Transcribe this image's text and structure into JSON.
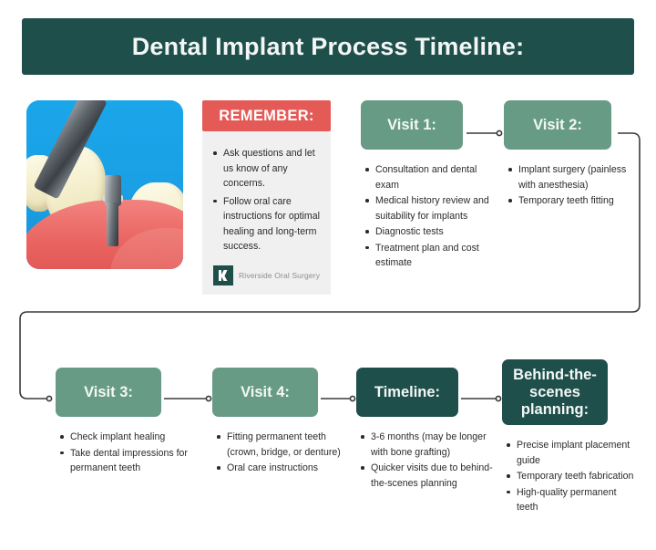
{
  "header": {
    "title": "Dental Implant Process Timeline:"
  },
  "colors": {
    "dark_teal": "#1f4f4b",
    "green": "#689b85",
    "red": "#e45a56",
    "panel_gray": "#f0f0f0",
    "background": "#ffffff",
    "text": "#2b2b2b",
    "connector": "#3a3a3a"
  },
  "photo": {
    "alt": "dental-implant-placement-photo"
  },
  "remember": {
    "heading": "REMEMBER:",
    "items": [
      "Ask questions and let us know of any concerns.",
      "Follow oral care instructions for optimal healing and long-term success."
    ],
    "logo": {
      "mark": "riverside-r-mark",
      "text": "Riverside Oral Surgery"
    }
  },
  "nodes": [
    {
      "id": "visit1",
      "title": "Visit 1:",
      "style": "green",
      "items": [
        "Consultation and dental exam",
        "Medical history review and suitability for implants",
        "Diagnostic tests",
        "Treatment plan and cost estimate"
      ]
    },
    {
      "id": "visit2",
      "title": "Visit 2:",
      "style": "green",
      "items": [
        "Implant surgery (painless with anesthesia)",
        "Temporary teeth fitting"
      ]
    },
    {
      "id": "visit3",
      "title": "Visit 3:",
      "style": "green",
      "items": [
        "Check implant healing",
        "Take dental impressions for permanent teeth"
      ]
    },
    {
      "id": "visit4",
      "title": "Visit 4:",
      "style": "green",
      "items": [
        "Fitting permanent teeth (crown, bridge, or denture)",
        "Oral care instructions"
      ]
    },
    {
      "id": "timeline",
      "title": "Timeline:",
      "style": "teal",
      "items": [
        "3-6 months (may be longer with bone grafting)",
        "Quicker visits due to behind-the-scenes planning"
      ]
    },
    {
      "id": "behind",
      "title": "Behind-the-scenes planning:",
      "style": "teal",
      "items": [
        "Precise implant placement guide",
        "Temporary teeth fabrication",
        "High-quality permanent teeth"
      ]
    }
  ]
}
